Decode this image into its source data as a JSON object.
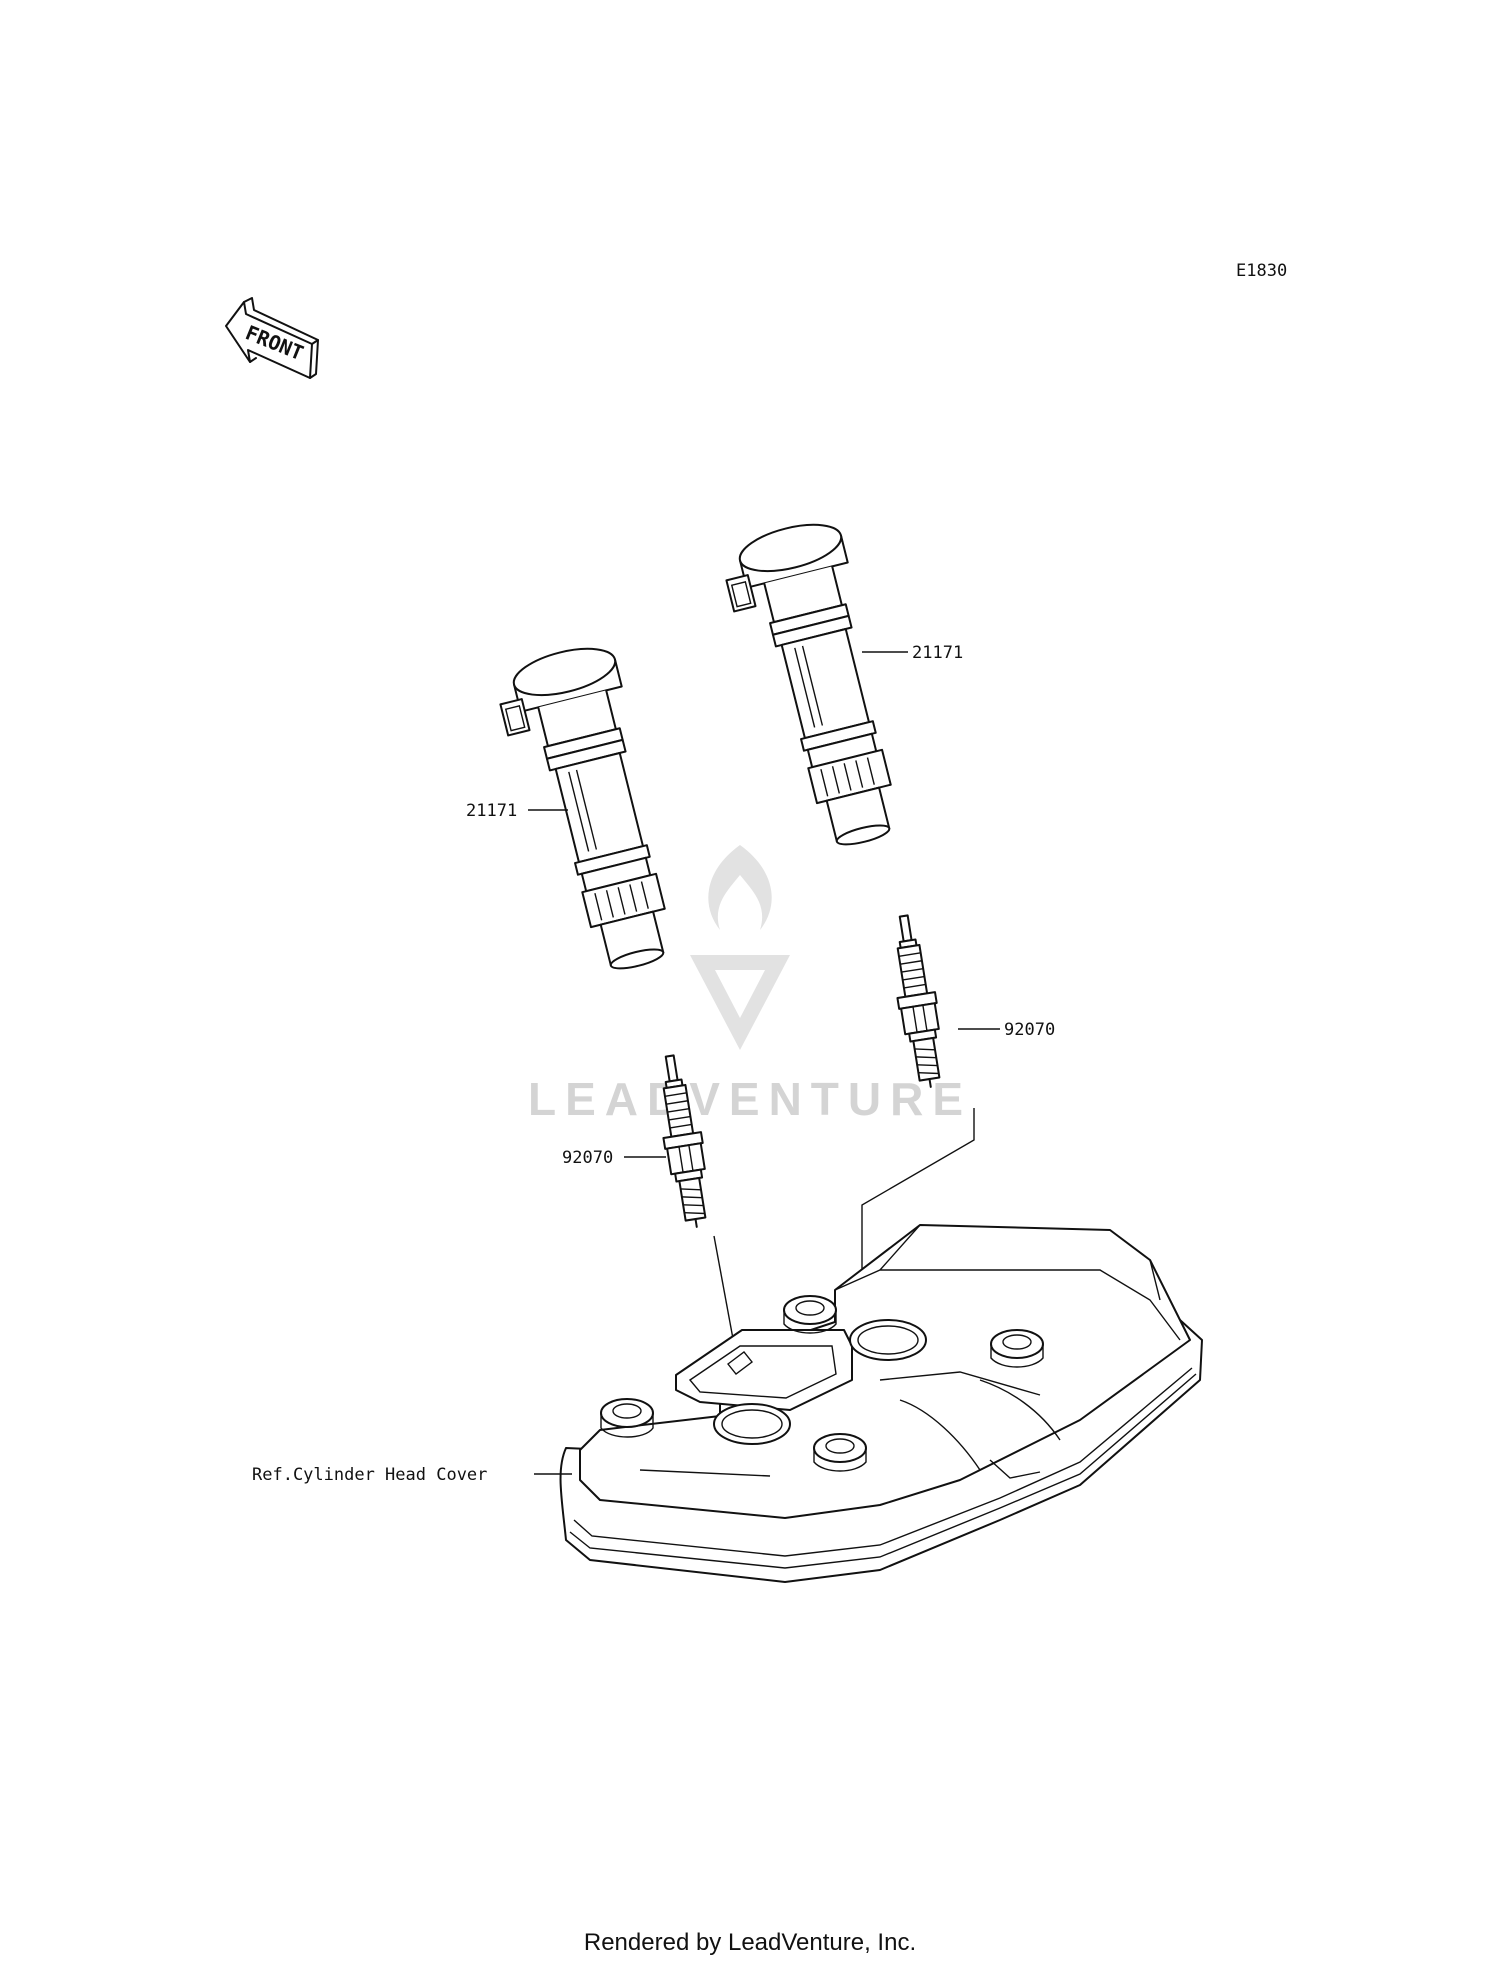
{
  "diagram": {
    "diagram_id": "E1830",
    "front_indicator": "FRONT",
    "callouts": [
      {
        "part_number": "21171"
      },
      {
        "part_number": "21171"
      },
      {
        "part_number": "92070"
      },
      {
        "part_number": "92070"
      }
    ],
    "reference": "Ref.Cylinder Head Cover",
    "watermark": "LEADVENTURE",
    "footer": "Rendered by LeadVenture, Inc.",
    "line_color": "#111111",
    "watermark_color": "#d4d4d4"
  }
}
